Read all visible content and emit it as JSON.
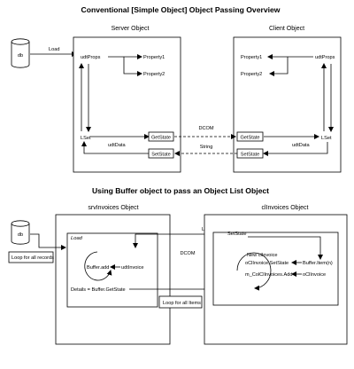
{
  "titles": {
    "top": "Conventional [Simple Object] Object Passing Overview",
    "bottom": "Using Buffer object to pass an Object List Object"
  },
  "top": {
    "db_label": "db",
    "load_label": "Load",
    "server_header": "Server Object",
    "client_header": "Client Object",
    "server": {
      "udtprops": "udtProps",
      "property1": "Property1",
      "property2": "Property2",
      "lset": "LSet",
      "udtdata": "udtData",
      "getstate": "GetState",
      "setstate": "SetState"
    },
    "client": {
      "udtprops": "udtProps",
      "property1": "Property1",
      "property2": "Property2",
      "lset": "LSet",
      "udtdata": "udtData",
      "getstate": "GetState",
      "setstate": "SetState"
    },
    "dcom": "DCOM",
    "string": "String"
  },
  "bottom": {
    "db_label": "db",
    "srv_header": "srvInvoices Object",
    "cli_header": "clInvoices Object",
    "load_italic": "Load",
    "load_label": "Load",
    "setstate": "SetState",
    "dcom": "DCOM",
    "loop_records": "Loop for all records",
    "buffer_add": "Buffer.add",
    "udtinvoice": "udtInvoice",
    "details": "Details = Buffer.GetState",
    "loop_items": "Loop for all Items",
    "new_clinvoice": "New clInvoice",
    "clinvoice_setstate": "oClInvoice.SetState",
    "buffer_item": "Buffer.Item(n)",
    "colclinvoices_add": "m_ColClInvoices.Add",
    "oclinvoice": "oClInvoice"
  }
}
